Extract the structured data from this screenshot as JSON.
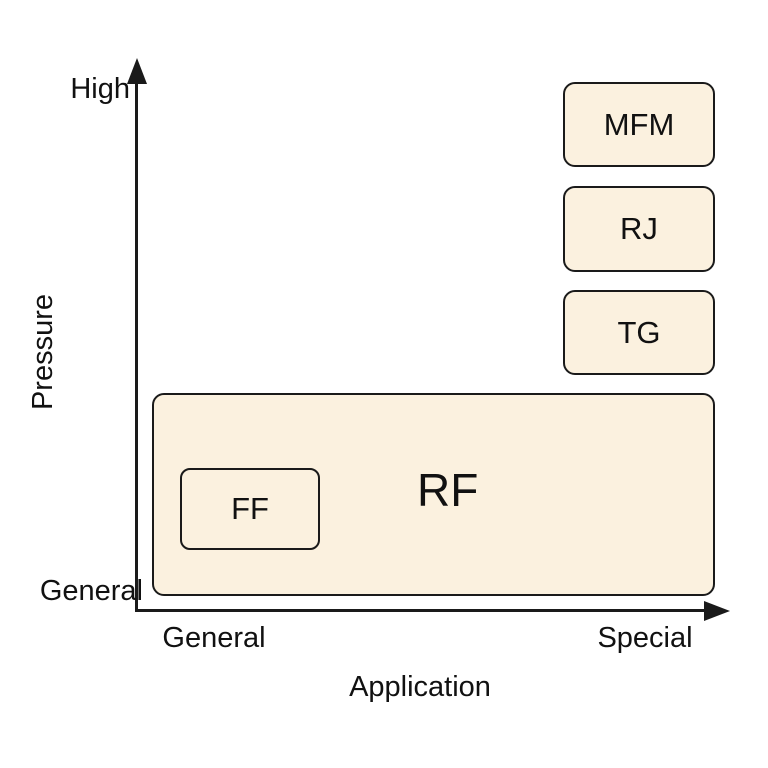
{
  "diagram": {
    "y_axis": {
      "title": "Pressure",
      "max_label": "High",
      "min_label": "General"
    },
    "x_axis": {
      "title": "Application",
      "min_label": "General",
      "max_label": "Special"
    },
    "nodes": [
      {
        "id": "mfm",
        "label": "MFM",
        "position": "high-pressure special-application, top"
      },
      {
        "id": "rj",
        "label": "RJ",
        "position": "high-pressure special-application, middle"
      },
      {
        "id": "tg",
        "label": "TG",
        "position": "high-pressure special-application, lower"
      },
      {
        "id": "rf",
        "label": "RF",
        "position": "general-pressure, spans general-to-special application"
      },
      {
        "id": "ff",
        "label": "FF",
        "position": "inside RF, general application side"
      }
    ],
    "colors": {
      "node_fill": "#FBF1DF",
      "node_border": "#1A1A1A",
      "axis": "#1A1A1A",
      "text": "#111111",
      "background": "#FFFFFF"
    }
  }
}
